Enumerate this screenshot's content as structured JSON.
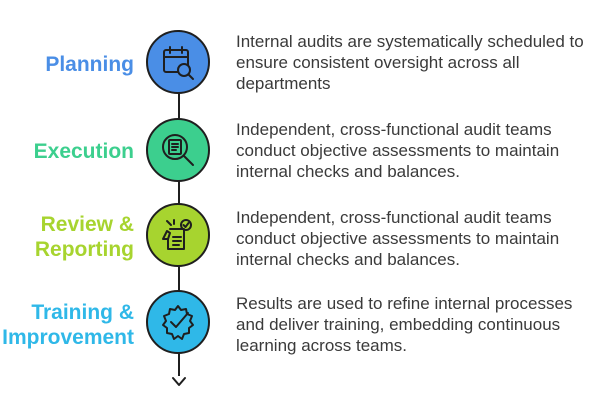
{
  "stages": [
    {
      "title": "Planning",
      "color": "#4a8ee6",
      "icon": "calendar-search-icon",
      "description": "Internal audits are systematically scheduled to ensure consistent oversight across all departments"
    },
    {
      "title": "Execution",
      "color": "#3ccf8e",
      "icon": "document-magnifier-icon",
      "description": "Independent, cross-functional audit teams conduct objective assessments to maintain internal checks and balances."
    },
    {
      "title": "Review & Reporting",
      "color": "#a7d42f",
      "icon": "checklist-hand-icon",
      "description": "Independent, cross-functional audit teams conduct objective assessments to maintain internal checks and balances."
    },
    {
      "title": "Training & Improvement",
      "color": "#2fb8e8",
      "icon": "gear-check-icon",
      "description": "Results are used to refine internal processes and deliver training, embedding continuous learning across teams."
    }
  ]
}
